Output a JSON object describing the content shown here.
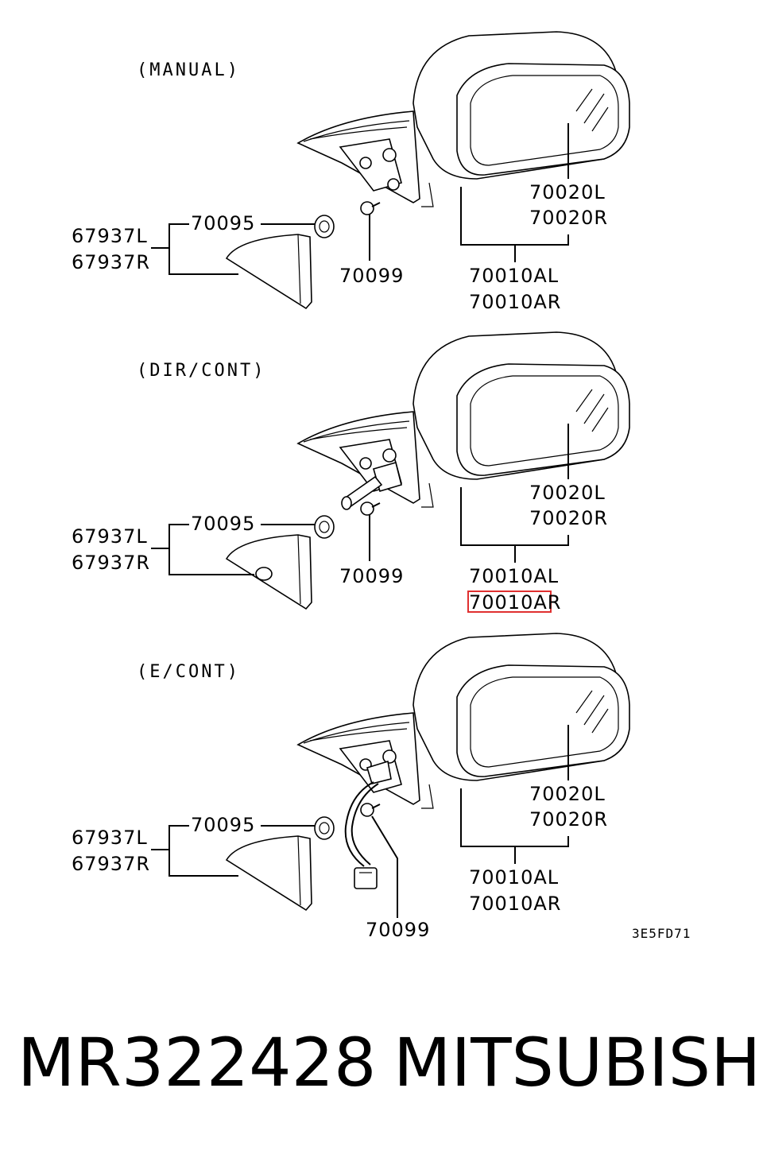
{
  "diagram": {
    "sections": [
      {
        "heading": "(MANUAL)",
        "labels": {
          "cover_l": "67937L",
          "cover_r": "67937R",
          "grommet": "70095",
          "screw": "70099",
          "glass_l": "70020L",
          "glass_r": "70020R",
          "mirror_al": "70010AL",
          "mirror_ar": "70010AR"
        }
      },
      {
        "heading": "(DIR/CONT)",
        "labels": {
          "cover_l": "67937L",
          "cover_r": "67937R",
          "grommet": "70095",
          "screw": "70099",
          "glass_l": "70020L",
          "glass_r": "70020R",
          "mirror_al": "70010AL",
          "mirror_ar": "70010AR"
        }
      },
      {
        "heading": "(E/CONT)",
        "labels": {
          "cover_l": "67937L",
          "cover_r": "67937R",
          "grommet": "70095",
          "screw": "70099",
          "glass_l": "70020L",
          "glass_r": "70020R",
          "mirror_al": "70010AL",
          "mirror_ar": "70010AR"
        }
      }
    ],
    "drawing_code": "3E5FD71",
    "highlight_color": "#e03030"
  },
  "caption": {
    "part_number": "MR322428",
    "brand": "MITSUBISHI"
  }
}
